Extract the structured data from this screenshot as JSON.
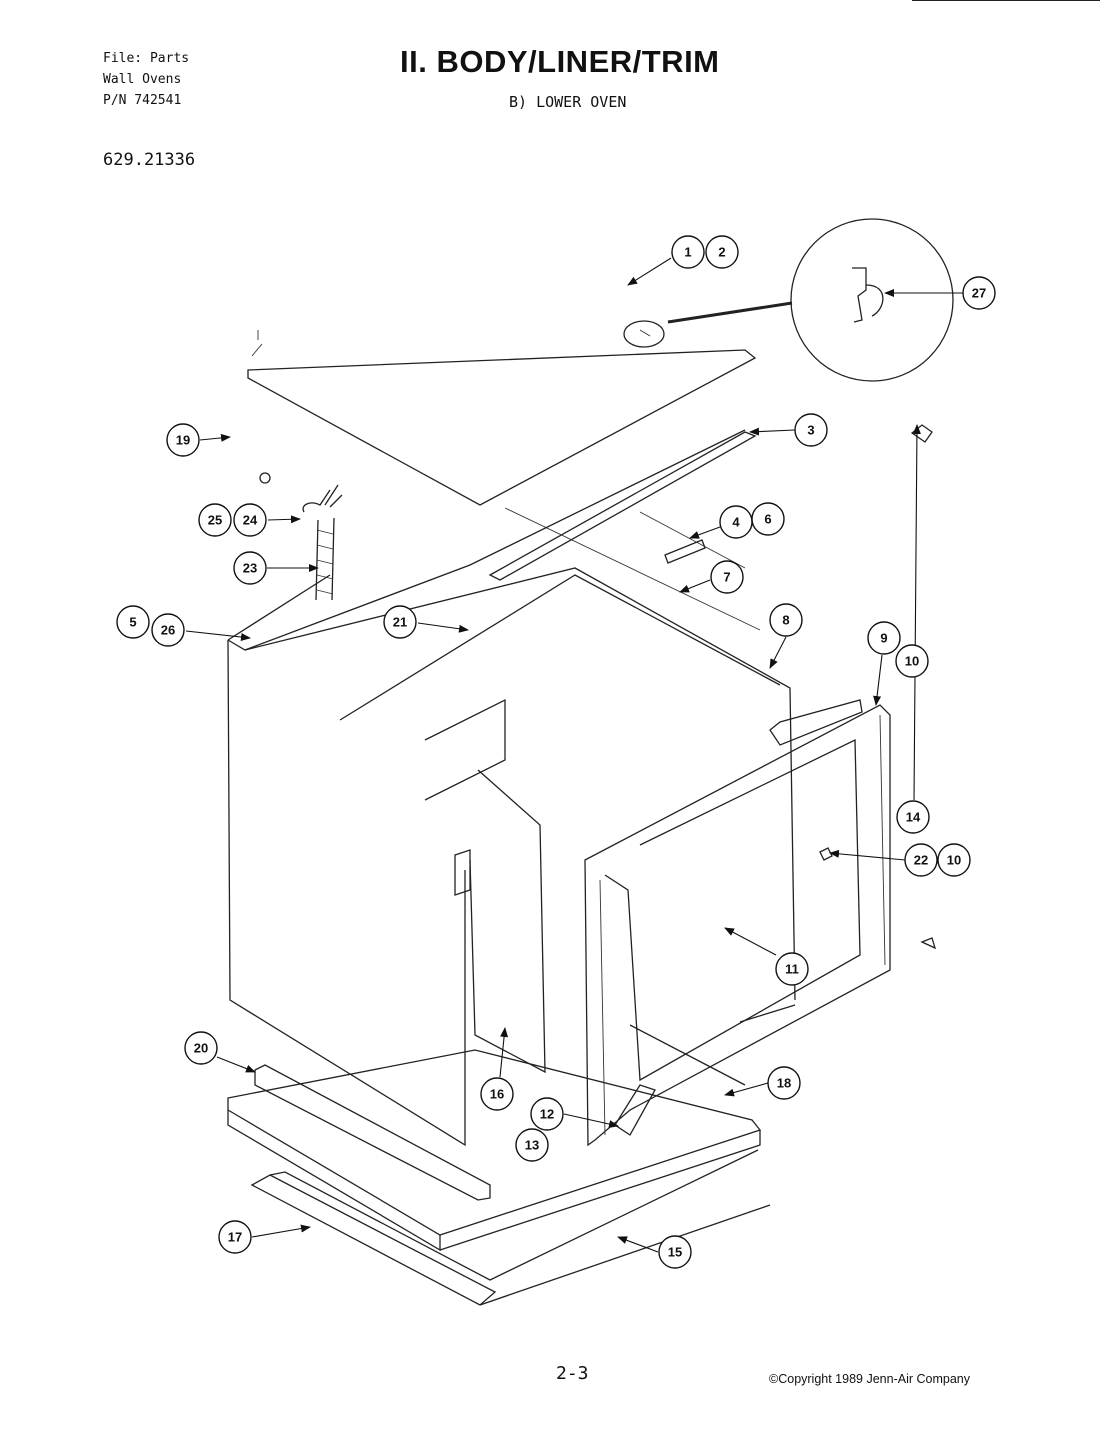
{
  "header": {
    "file_lines": [
      "File: Parts",
      "Wall Ovens",
      "P/N 742541"
    ],
    "model_number": "629.21336",
    "title": "II. BODY/LINER/TRIM",
    "subtitle": "B) LOWER OVEN"
  },
  "footer": {
    "page_number": "2-3",
    "copyright": "©Copyright 1989 Jenn-Air Company"
  },
  "callouts": [
    "1",
    "2",
    "27",
    "3",
    "4",
    "6",
    "7",
    "8",
    "9",
    "10",
    "14",
    "22",
    "10",
    "11",
    "25",
    "24",
    "23",
    "5",
    "26",
    "21",
    "19",
    "20",
    "16",
    "12",
    "13",
    "18",
    "17",
    "15"
  ]
}
